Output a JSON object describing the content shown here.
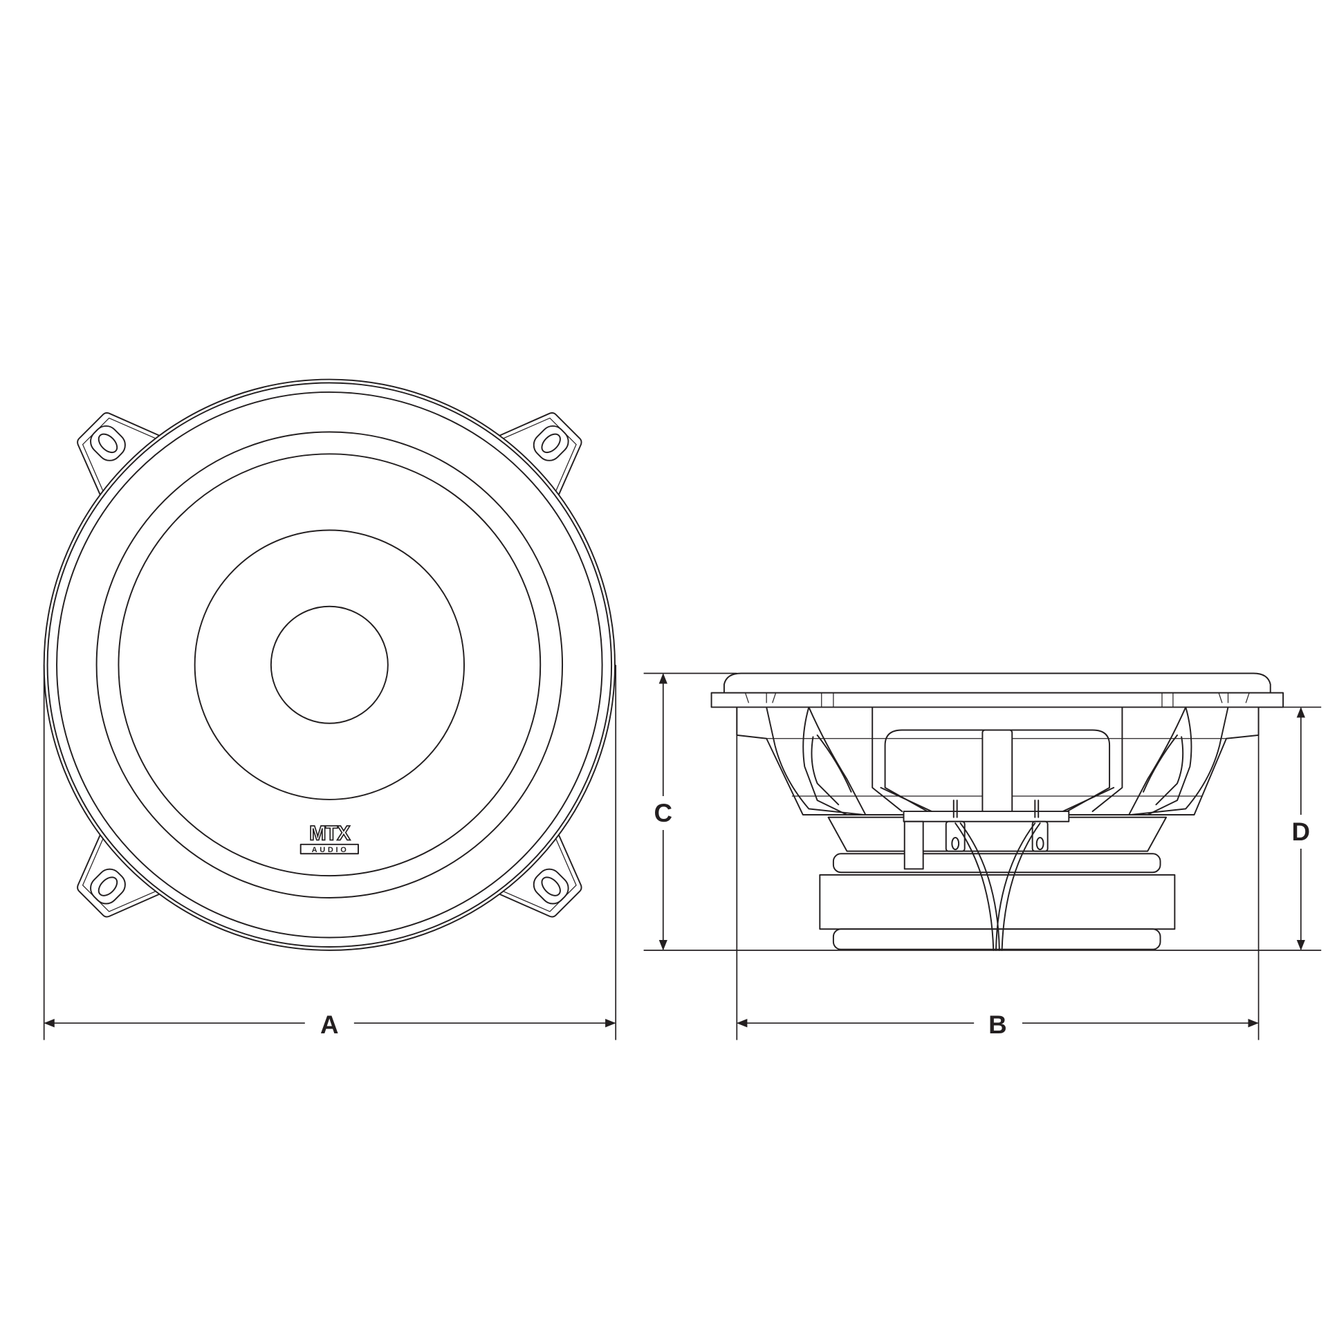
{
  "title": "Speaker dimension drawing",
  "logo": {
    "brand": "MTX",
    "sub": "AUDIO"
  },
  "dimensions": {
    "a": "A",
    "b": "B",
    "c": "C",
    "d": "D"
  },
  "colors": {
    "line": "#231f20",
    "background": "#ffffff"
  }
}
